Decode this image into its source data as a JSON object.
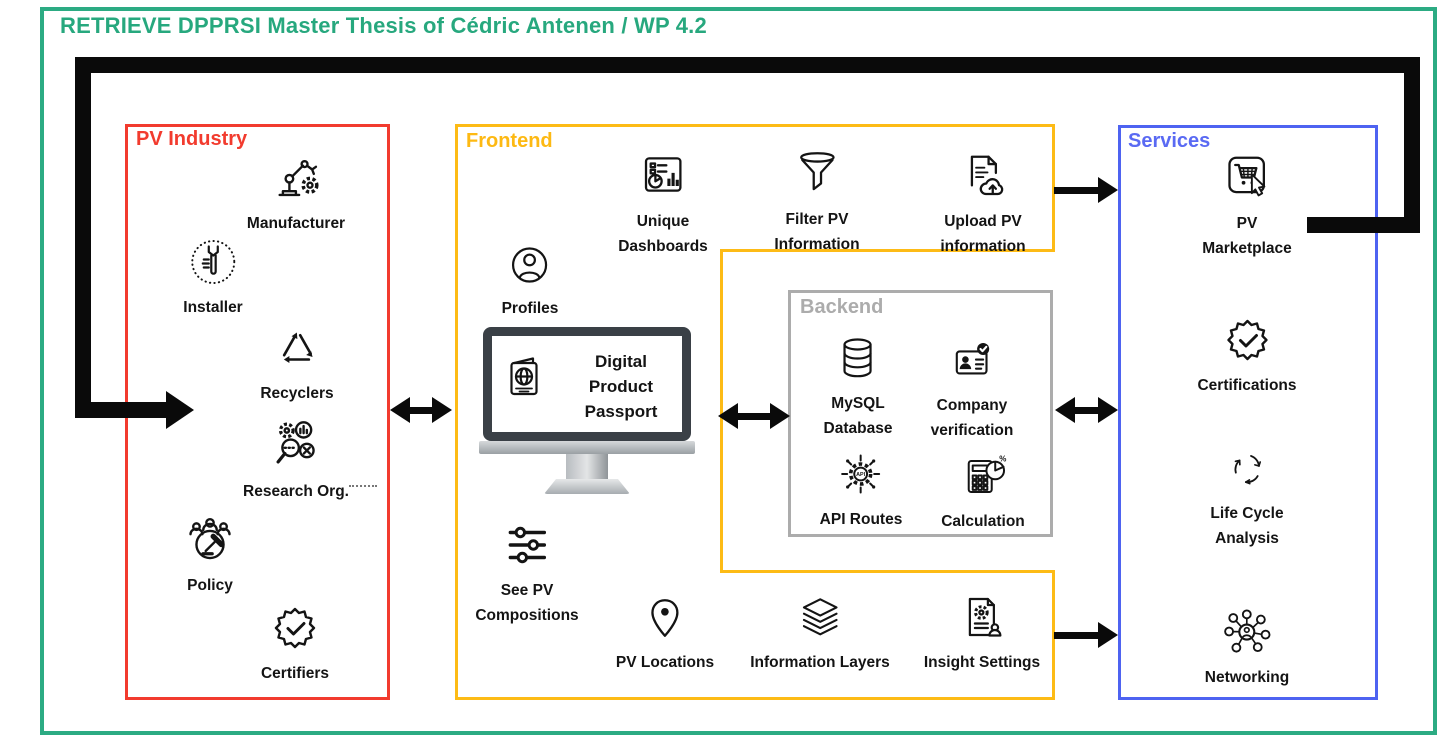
{
  "title": "RETRIEVE DPPRSI Master Thesis of Cédric Antenen / WP 4.2",
  "colors": {
    "outer_border_green": "#2CAB83",
    "title_green": "#27A87E",
    "pv_industry_red": "#F23B2E",
    "frontend_yellow": "#FDBB16",
    "backend_gray": "#ACACAC",
    "services_blue": "#4E63F1",
    "connector_black": "#0A0A0A"
  },
  "pv_industry": {
    "title": "PV Industry",
    "items": [
      {
        "icon": "robot-arm-manufacturing-icon",
        "label": "Manufacturer"
      },
      {
        "icon": "wrench-hand-icon",
        "label": "Installer"
      },
      {
        "icon": "recycle-icon",
        "label": "Recyclers"
      },
      {
        "icon": "research-magnifier-gears-icon",
        "label": "Research Org."
      },
      {
        "icon": "gavel-people-icon",
        "label": "Policy"
      },
      {
        "icon": "badge-check-icon",
        "label": "Certifiers"
      }
    ]
  },
  "frontend": {
    "title": "Frontend",
    "monitor": {
      "label": "Digital\nProduct\nPassport"
    },
    "items": [
      {
        "icon": "dashboard-icon",
        "label": "Unique\nDashboards"
      },
      {
        "icon": "funnel-icon",
        "label": "Filter PV\nInformation"
      },
      {
        "icon": "upload-document-cloud-icon",
        "label": "Upload PV\ninformation"
      },
      {
        "icon": "profile-icon",
        "label": "Profiles"
      },
      {
        "icon": "sliders-icon",
        "label": "See PV\nCompositions"
      },
      {
        "icon": "map-pin-icon",
        "label": "PV Locations"
      },
      {
        "icon": "layers-icon",
        "label": "Information Layers"
      },
      {
        "icon": "document-gear-person-icon",
        "label": "Insight Settings"
      }
    ]
  },
  "backend": {
    "title": "Backend",
    "items": [
      {
        "icon": "database-icon",
        "label": "MySQL\nDatabase"
      },
      {
        "icon": "id-card-check-icon",
        "label": "Company\nverification"
      },
      {
        "icon": "api-gear-icon",
        "label": "API Routes"
      },
      {
        "icon": "calculator-pie-icon",
        "label": "Calculation"
      }
    ]
  },
  "services": {
    "title": "Services",
    "items": [
      {
        "icon": "cart-cursor-icon",
        "label": "PV\nMarketplace"
      },
      {
        "icon": "badge-check-icon",
        "label": "Certifications"
      },
      {
        "icon": "cycle-arrows-icon",
        "label": "Life Cycle\nAnalysis"
      },
      {
        "icon": "network-people-icon",
        "label": "Networking"
      }
    ]
  }
}
